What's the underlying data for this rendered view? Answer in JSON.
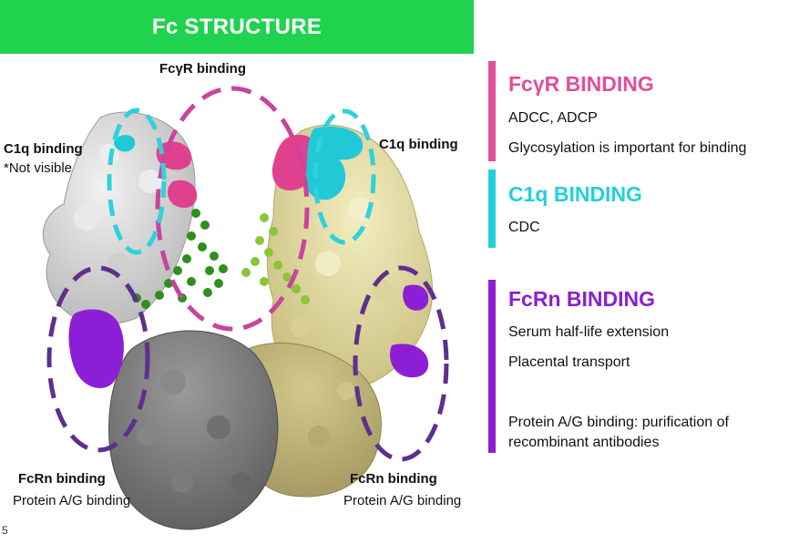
{
  "slide": {
    "title": "Fc STRUCTURE",
    "slide_number": "5"
  },
  "figure_labels": {
    "fcgr_binding": "FcγR binding",
    "c1q_left": "C1q binding",
    "c1q_left_note": "*Not visible",
    "c1q_right": "C1q binding",
    "fcrn_left": "FcRn binding",
    "protein_ag_left": "Protein A/G binding",
    "fcrn_right": "FcRn binding",
    "protein_ag_right": "Protein A/G binding"
  },
  "legend": {
    "fcgr": {
      "heading": "FcγR BINDING",
      "color": "#e24d9a",
      "lines": [
        "ADCC, ADCP",
        "Glycosylation is important for binding"
      ]
    },
    "c1q": {
      "heading": "C1q BINDING",
      "color": "#21d1d9",
      "lines": [
        "CDC"
      ]
    },
    "fcrn": {
      "heading": "FcRn BINDING",
      "color": "#8c1fd0",
      "lines": [
        "Serum half-life extension",
        "Placental transport",
        "Protein A/G binding: purification of",
        "recombinant antibodies"
      ]
    }
  },
  "colors": {
    "title_bar": "#1fd34f",
    "chain_a": "#d4d4d4",
    "chain_b": "#e6df9e",
    "ch3_a": "#7a7a7a",
    "ch3_b": "#b8ae74",
    "glycan_a": "#2f8f1c",
    "glycan_b": "#8cc43a",
    "fcgr_circle": "#c9449a",
    "c1q_circle": "#2fd2db",
    "fcrn_circle": "#5e2f8c"
  }
}
